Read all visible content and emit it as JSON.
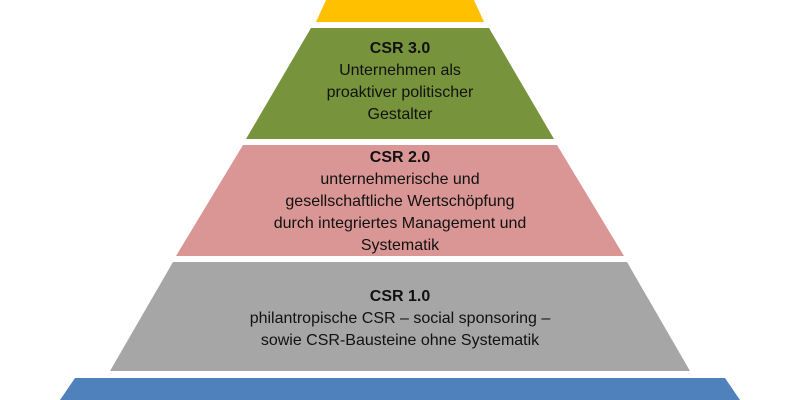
{
  "levels": [
    {
      "id": "top",
      "color": "#FFC000",
      "title": "",
      "lines": []
    },
    {
      "id": "csr-3",
      "color": "#77933C",
      "title": "CSR  3.0",
      "lines": [
        "Unternehmen als",
        "proaktiver politischer",
        "Gestalter"
      ]
    },
    {
      "id": "csr-2",
      "color": "#D99694",
      "title": "CSR 2.0",
      "lines": [
        "unternehmerische und",
        "gesellschaftliche Wertschöpfung",
        "durch integriertes Management und",
        "Systematik"
      ]
    },
    {
      "id": "csr-1",
      "color": "#A6A6A6",
      "title": "CSR 1.0",
      "lines": [
        "philantropische CSR – social sponsoring –",
        "sowie CSR-Bausteine ohne Systematik"
      ]
    },
    {
      "id": "base",
      "color": "#4F81BD",
      "title": "",
      "lines": []
    }
  ]
}
